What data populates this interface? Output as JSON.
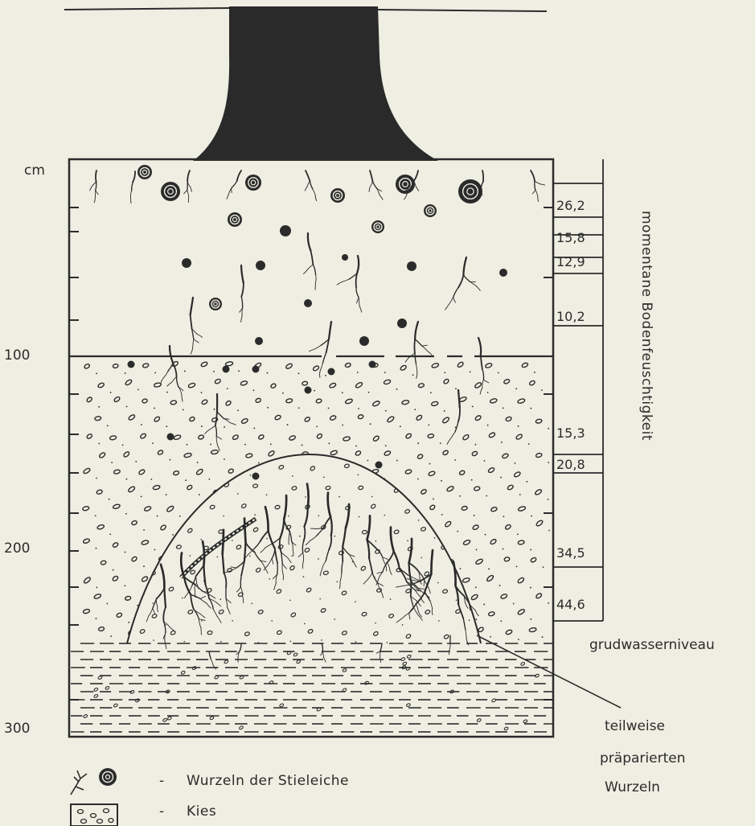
{
  "depth_axis": {
    "unit": "cm",
    "labels": [
      "100",
      "200",
      "300"
    ]
  },
  "moisture": {
    "title": "momentane Bodenfeuschtigkeit",
    "values": [
      "26,2",
      "15,8",
      "12,9",
      "10,2",
      "15,3",
      "20,8",
      "34,5",
      "44,6"
    ]
  },
  "annotations": {
    "groundwater": "grudwasserniveau",
    "roots_line1": "teilweise",
    "roots_line2": "präparierten",
    "roots_line3": "Wurzeln"
  },
  "legend": {
    "dash": "-",
    "roots": "Wurzeln der Stieleiche",
    "gravel": "Kies"
  },
  "colors": {
    "ink": "#2b2b2b",
    "paper": "#efeee2",
    "trunk": "#2a2a2a"
  }
}
